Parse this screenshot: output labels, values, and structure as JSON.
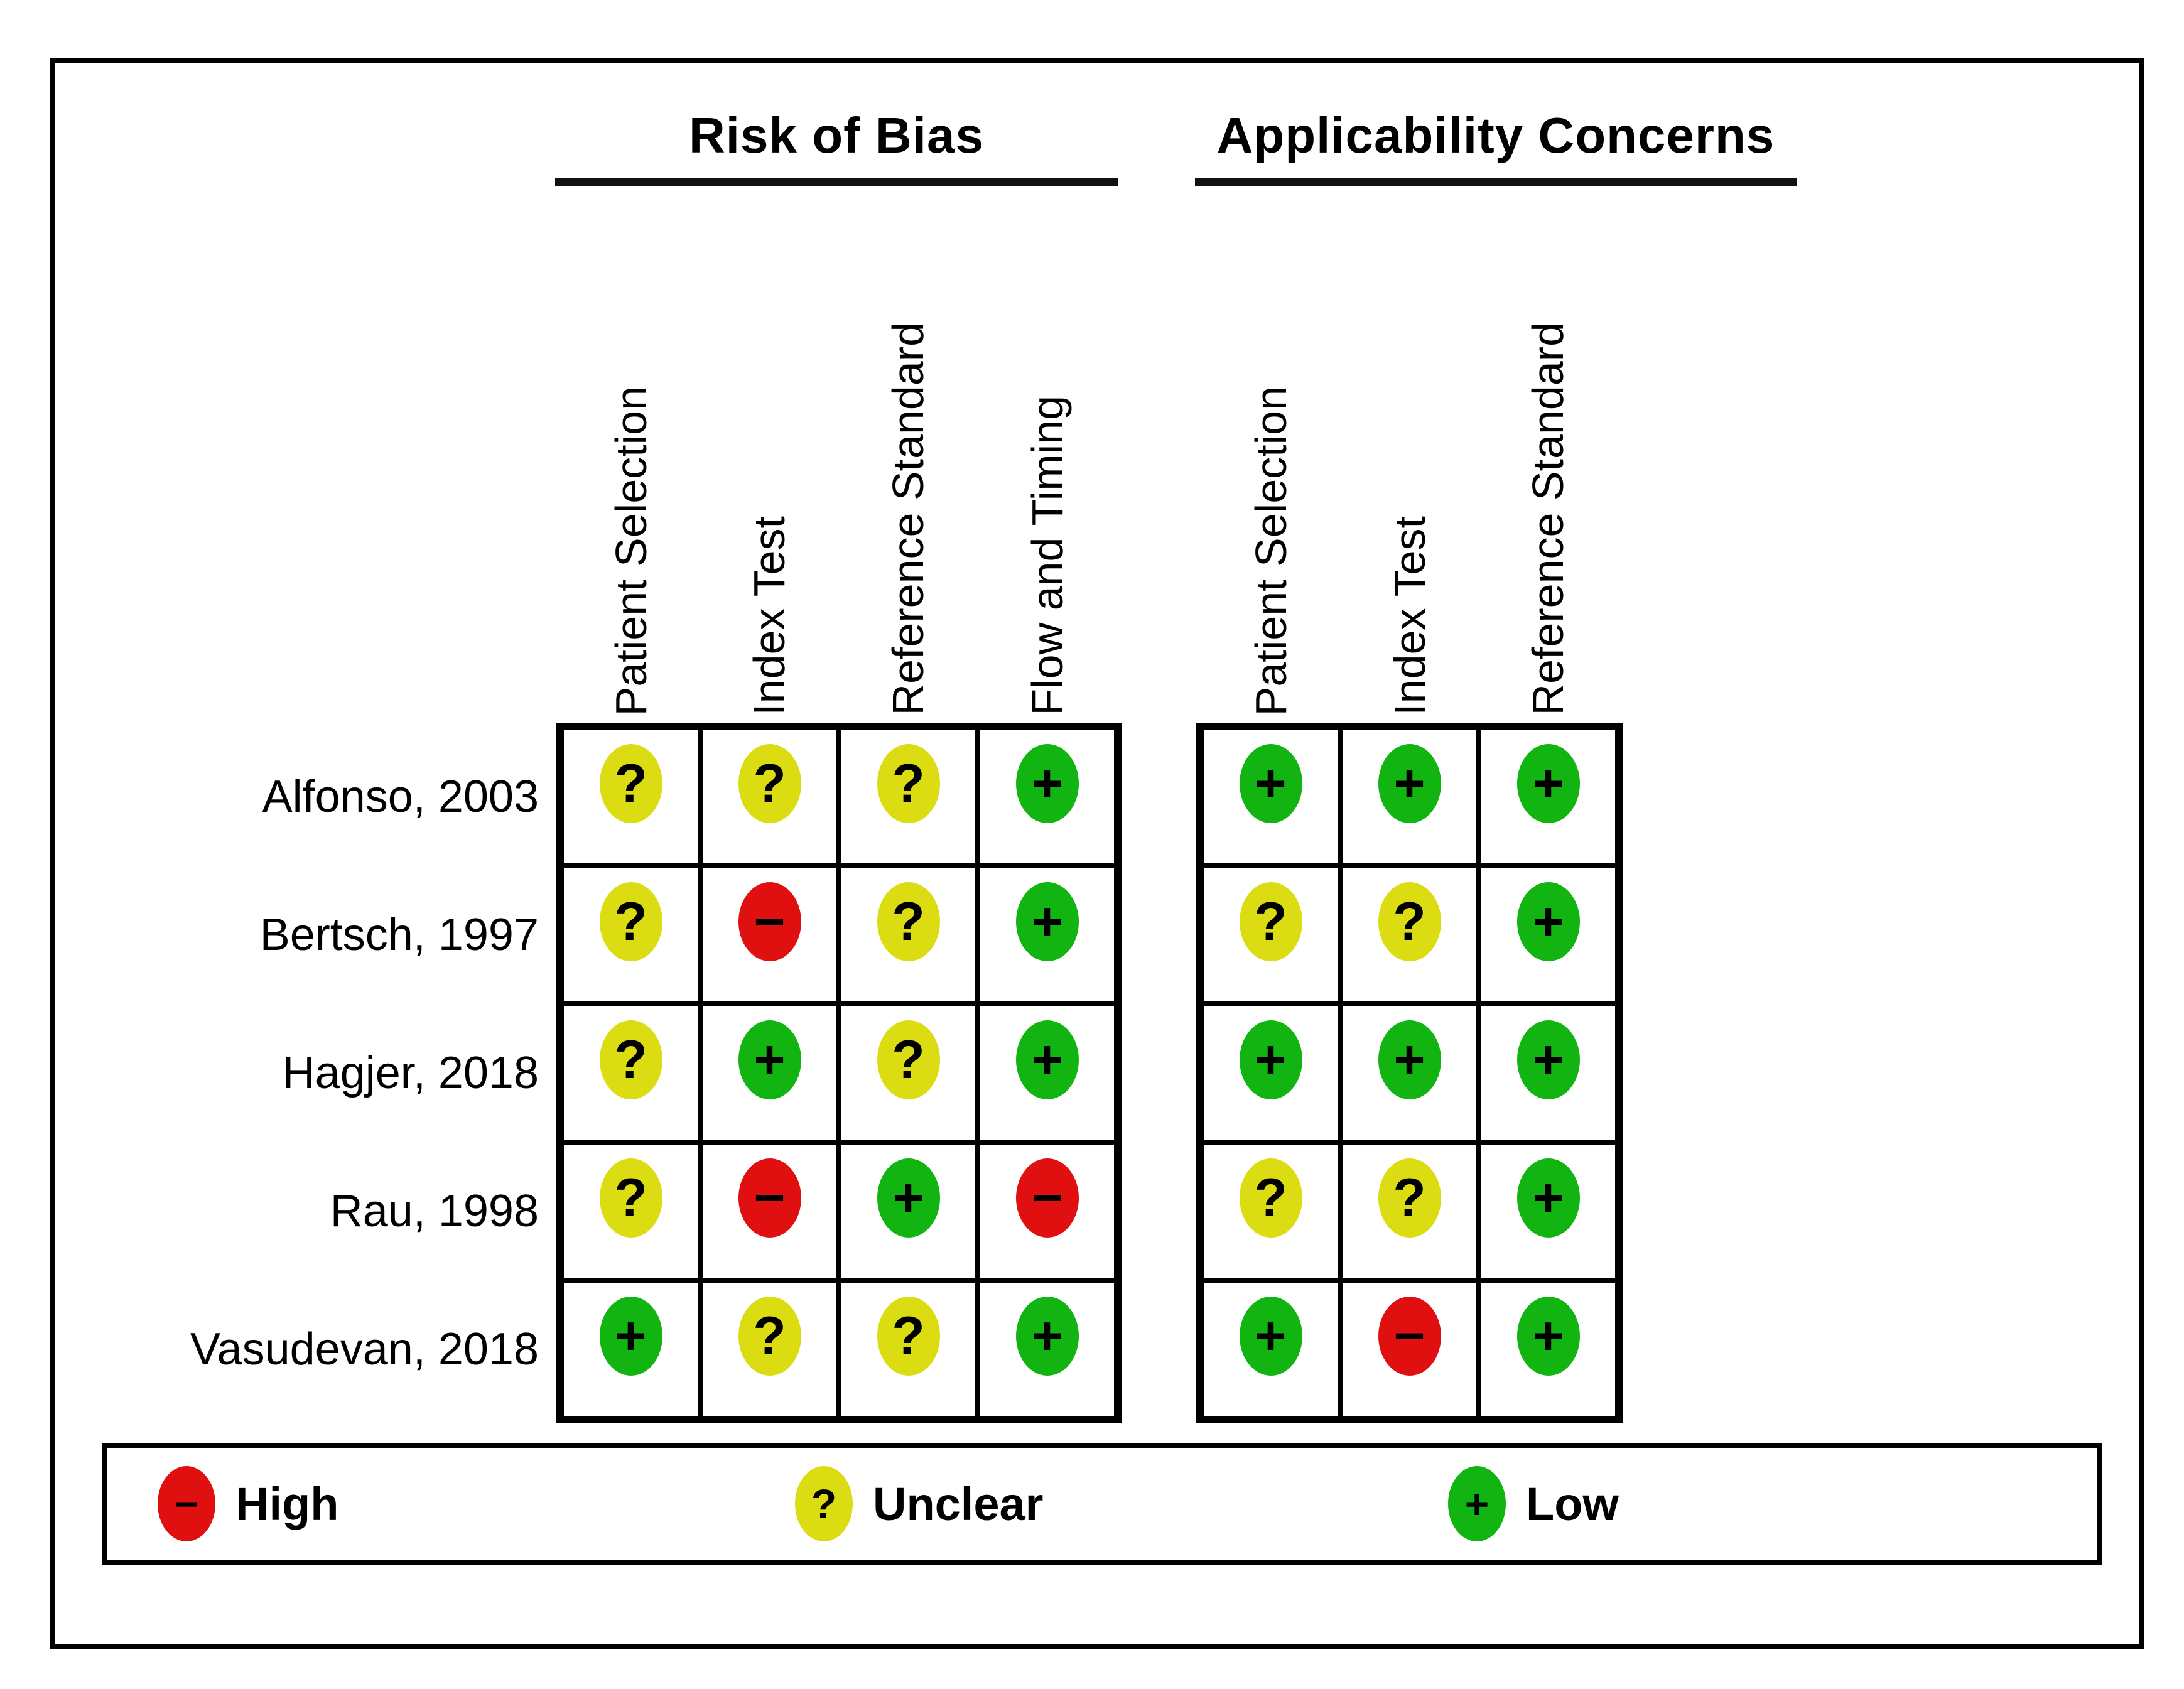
{
  "figure": {
    "risk_title": "Risk of Bias",
    "applicability_title": "Applicability Concerns"
  },
  "risk_columns": [
    "Patient Selection",
    "Index Test",
    "Reference Standard",
    "Flow and Timing"
  ],
  "applicability_columns": [
    "Patient Selection",
    "Index Test",
    "Reference Standard"
  ],
  "studies": [
    {
      "label": "Alfonso, 2003",
      "risk_of_bias": [
        "unclear",
        "unclear",
        "unclear",
        "low"
      ],
      "applicability": [
        "low",
        "low",
        "low"
      ]
    },
    {
      "label": "Bertsch, 1997",
      "risk_of_bias": [
        "unclear",
        "high",
        "unclear",
        "low"
      ],
      "applicability": [
        "unclear",
        "unclear",
        "low"
      ]
    },
    {
      "label": "Hagjer, 2018",
      "risk_of_bias": [
        "unclear",
        "low",
        "unclear",
        "low"
      ],
      "applicability": [
        "low",
        "low",
        "low"
      ]
    },
    {
      "label": "Rau, 1998",
      "risk_of_bias": [
        "unclear",
        "high",
        "low",
        "high"
      ],
      "applicability": [
        "unclear",
        "unclear",
        "low"
      ]
    },
    {
      "label": "Vasudevan, 2018",
      "risk_of_bias": [
        "low",
        "unclear",
        "unclear",
        "low"
      ],
      "applicability": [
        "low",
        "high",
        "low"
      ]
    }
  ],
  "symbols": {
    "high": "−",
    "unclear": "?",
    "low": "+"
  },
  "colors": {
    "high": "#e01010",
    "unclear": "#dcdc12",
    "low": "#12b412"
  },
  "legend": [
    {
      "level": "high",
      "symbol": "−",
      "label": "High"
    },
    {
      "level": "unclear",
      "symbol": "?",
      "label": "Unclear"
    },
    {
      "level": "low",
      "symbol": "+",
      "label": "Low"
    }
  ],
  "chart_data": {
    "type": "table",
    "title": "QUADAS-2 risk of bias and applicability concerns summary",
    "column_groups": [
      "Risk of Bias",
      "Applicability Concerns"
    ],
    "columns": [
      "Patient Selection",
      "Index Test",
      "Reference Standard",
      "Flow and Timing",
      "Patient Selection",
      "Index Test",
      "Reference Standard"
    ],
    "rows": [
      "Alfonso, 2003",
      "Bertsch, 1997",
      "Hagjer, 2018",
      "Rau, 1998",
      "Vasudevan, 2018"
    ],
    "values": [
      [
        "unclear",
        "unclear",
        "unclear",
        "low",
        "low",
        "low",
        "low"
      ],
      [
        "unclear",
        "high",
        "unclear",
        "low",
        "unclear",
        "unclear",
        "low"
      ],
      [
        "unclear",
        "low",
        "unclear",
        "low",
        "low",
        "low",
        "low"
      ],
      [
        "unclear",
        "high",
        "low",
        "high",
        "unclear",
        "unclear",
        "low"
      ],
      [
        "low",
        "unclear",
        "unclear",
        "low",
        "low",
        "high",
        "low"
      ]
    ],
    "legend": {
      "high": "−  (red)",
      "unclear": "?  (yellow)",
      "low": "+  (green)"
    }
  }
}
